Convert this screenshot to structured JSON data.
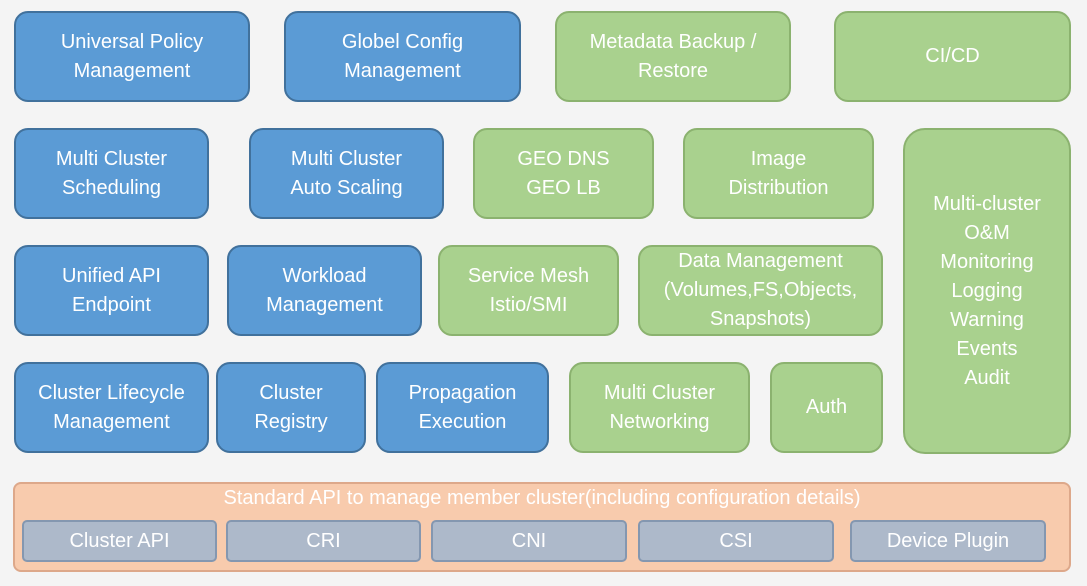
{
  "blue_boxes": [
    "Universal Policy\nManagement",
    "Globel Config\nManagement",
    "Multi Cluster\nScheduling",
    "Multi Cluster\nAuto Scaling",
    "Unified API\nEndpoint",
    "Workload\nManagement",
    "Cluster Lifecycle\nManagement",
    "Cluster\nRegistry",
    "Propagation\nExecution"
  ],
  "green_boxes": [
    "Metadata Backup /\nRestore",
    "CI/CD",
    "GEO DNS\nGEO LB",
    "Image\nDistribution",
    "Multi-cluster\nO&M\nMonitoring\nLogging\nWarning\nEvents\nAudit",
    "Service Mesh\nIstio/SMI",
    "Data Management\n(Volumes,FS,Objects,\nSnapshots)",
    "Multi Cluster\nNetworking",
    "Auth"
  ],
  "base": {
    "title": "Standard API to manage member cluster(including configuration details)",
    "items": [
      "Cluster API",
      "CRI",
      "CNI",
      "CSI",
      "Device Plugin"
    ]
  },
  "colors": {
    "blue_fill": "#5b9bd5",
    "green_fill": "#a9d18e",
    "base_fill": "#f8cbad",
    "grey_fill": "#adb9ca",
    "background": "#f4f4f4"
  }
}
